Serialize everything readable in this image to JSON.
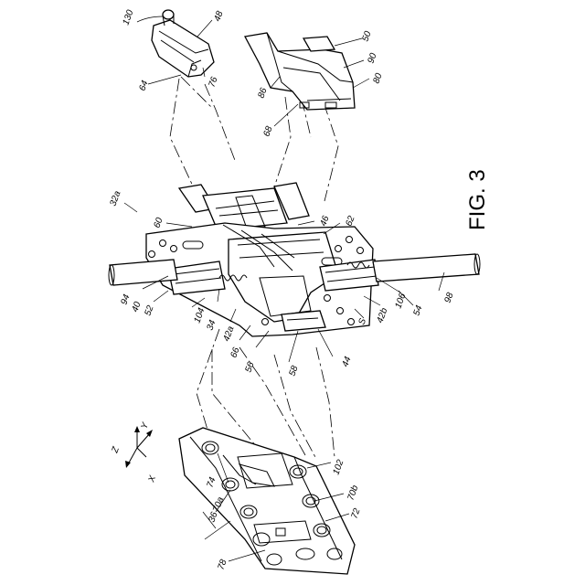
{
  "figure": {
    "title": "FIG. 3",
    "labels": {
      "130": "130",
      "48": "48",
      "64": "64",
      "76": "76",
      "86": "86",
      "50": "50",
      "90": "90",
      "80": "80",
      "68": "68",
      "32a": "32a",
      "60": "60",
      "46": "46",
      "62": "62",
      "94": "94",
      "40": "40",
      "52": "52",
      "104": "104",
      "34": "34",
      "42a": "42a",
      "66": "66",
      "56": "56",
      "58": "58",
      "44": "44",
      "S": "S",
      "42b": "42b",
      "106": "106",
      "54": "54",
      "98": "98",
      "36": "36",
      "74": "74",
      "70a": "70a",
      "78": "78",
      "102": "102",
      "70b": "70b",
      "72": "72"
    },
    "axes": {
      "x": "X",
      "y": "Y",
      "z": "Z"
    }
  }
}
